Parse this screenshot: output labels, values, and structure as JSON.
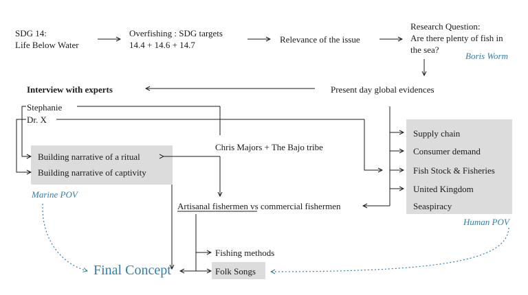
{
  "nodes": {
    "sdg14_line1": "SDG 14:",
    "sdg14_line2": "Life Below Water",
    "overfishing_line1": "Overfishing : SDG targets",
    "overfishing_line2": "14.4 + 14.6 + 14.7",
    "relevance": "Relevance of the issue",
    "research_line1": "Research Question:",
    "research_line2": "Are there plenty of fish in",
    "research_line3": "the sea?",
    "boris_worm": "Boris Worm",
    "present_day": "Present day global evidences",
    "interview": "Interview with experts",
    "stephanie": "Stephanie",
    "dr_x": "Dr. X",
    "chris_majors": "Chris Majors + The Bajo tribe",
    "ritual": "Building narrative of a ritual",
    "captivity": "Building narrative of captivity",
    "marine_pov": "Marine POV",
    "artisanal": "Artisanal fishermen",
    "vs_commercial": " vs commercial fishermen",
    "fishing_methods": "Fishing methods",
    "folk_songs": "Folk Songs",
    "final_concept": "Final Concept",
    "human_pov": "Human POV",
    "human_items": [
      "Supply chain",
      "Consumer demand",
      "Fish Stock & Fisheries",
      "United Kingdom",
      "Seaspiracy"
    ]
  },
  "colors": {
    "accent": "#2e7fb0",
    "box": "#dcdcdc",
    "ink": "#1a1a1a"
  }
}
